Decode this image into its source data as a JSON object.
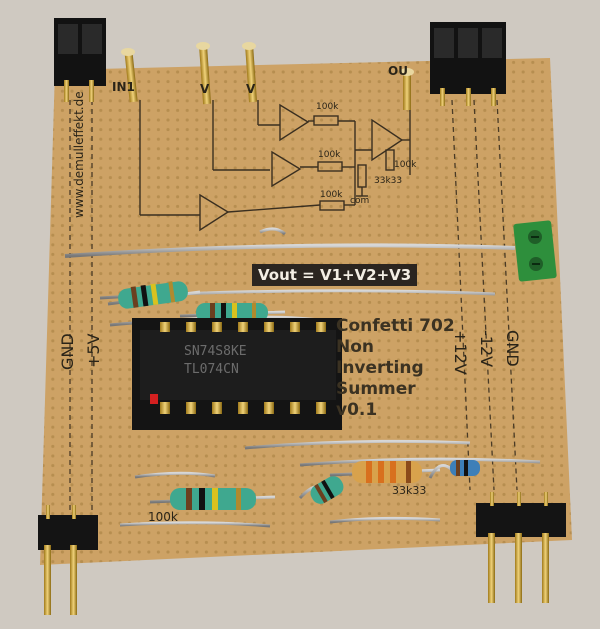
{
  "board": {
    "url": "www.demulleffekt.de",
    "left_label_gnd": "GND",
    "left_label_5v": "+5V",
    "right_label_12p": "+12V",
    "right_label_12n": "-12V",
    "right_label_gnd": "GND",
    "formula": "Vout = V1+V2+V3",
    "title_lines": [
      "Confetti 702",
      "Non",
      "Inverting",
      "Summer",
      "v0.1"
    ],
    "input_in1": "IN1",
    "input_v2": "V",
    "input_v3": "V",
    "output_label": "OU",
    "r_labels": [
      "100k",
      "100k",
      "100k",
      "100k",
      "33k33",
      "com"
    ],
    "bottom_labels": [
      "100k",
      "33k33"
    ],
    "ic_text": [
      "SN74S8KE",
      "TL074CN"
    ]
  }
}
